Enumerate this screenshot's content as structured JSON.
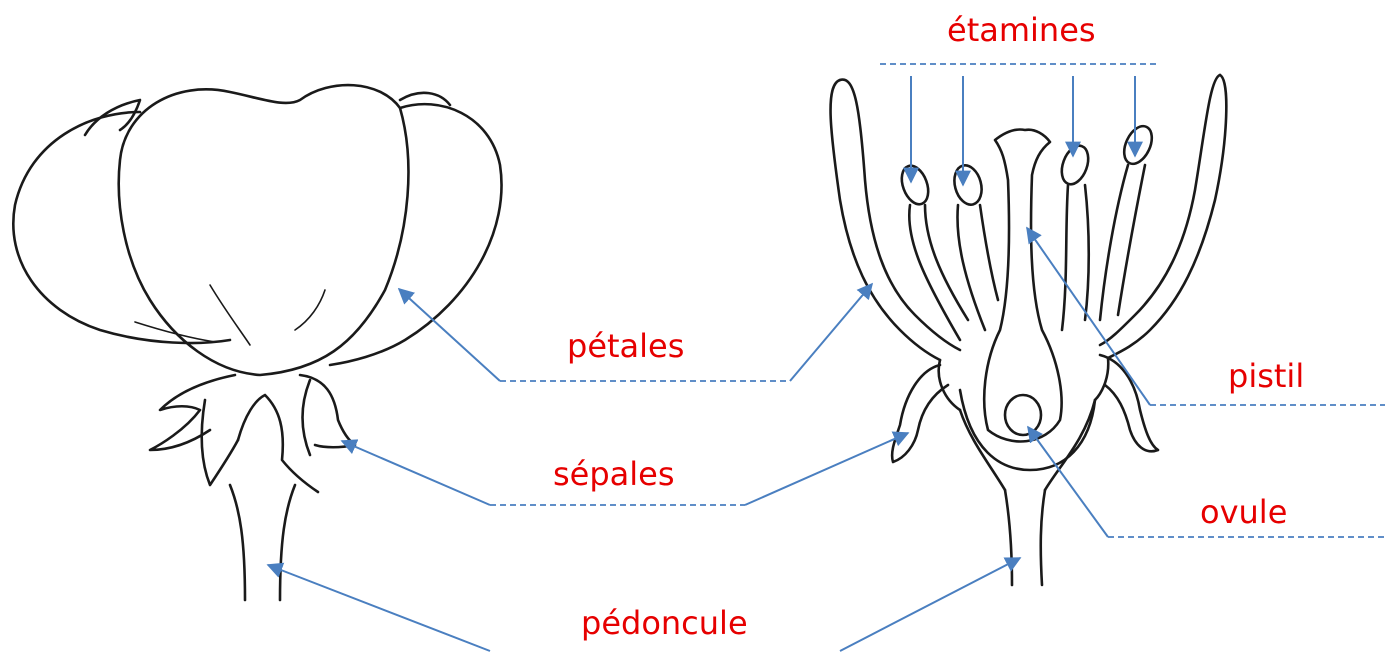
{
  "labels": {
    "etamines": "étamines",
    "petales": "pétales",
    "pistil": "pistil",
    "sepales": "sépales",
    "ovule": "ovule",
    "pedoncule": "pédoncule"
  },
  "colors": {
    "label_text": "#e60000",
    "leader_lines": "#4a7fc0",
    "drawing_ink": "#1a1a1a",
    "background": "#ffffff"
  }
}
